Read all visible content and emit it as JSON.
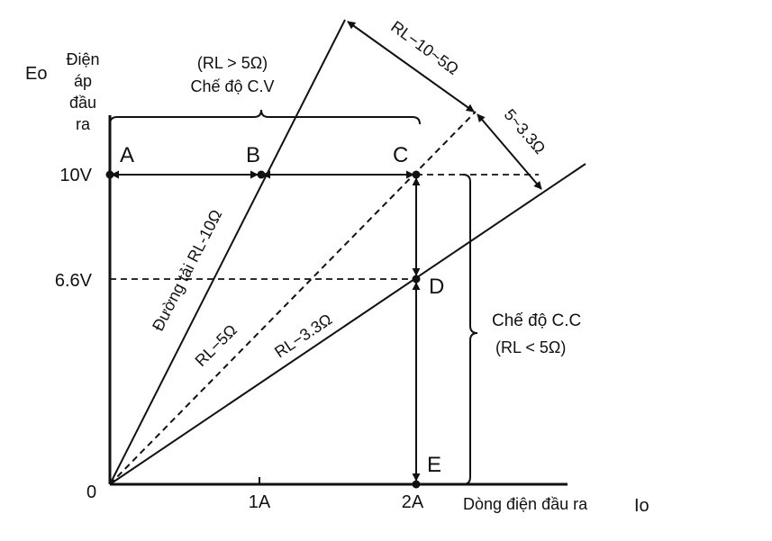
{
  "axes": {
    "y_symbol": "Eo",
    "y_label_lines": [
      "Điện",
      "áp",
      "đầu",
      "ra"
    ],
    "x_title": "Dòng điện đầu ra",
    "x_symbol": "Io",
    "origin": "0",
    "x_ticks": [
      "1A",
      "2A"
    ],
    "y_ticks": [
      "10V",
      "6.6V"
    ]
  },
  "points": {
    "a": "A",
    "b": "B",
    "c": "C",
    "d": "D",
    "e": "E"
  },
  "cv_region": {
    "condition": "(RL > 5Ω)",
    "name": "Chế độ C.V"
  },
  "cc_region": {
    "name": "Chế độ C.C",
    "condition": "(RL < 5Ω)"
  },
  "load_lines": {
    "rl10": "Đường tải RL-10Ω",
    "rl5": "RL−5Ω",
    "rl33": "RL−3.3Ω"
  },
  "ranges": {
    "upper": "RL−10~5Ω",
    "lower": "5~3.3Ω"
  },
  "colors": {
    "ink": "#111111",
    "background": "#ffffff"
  }
}
